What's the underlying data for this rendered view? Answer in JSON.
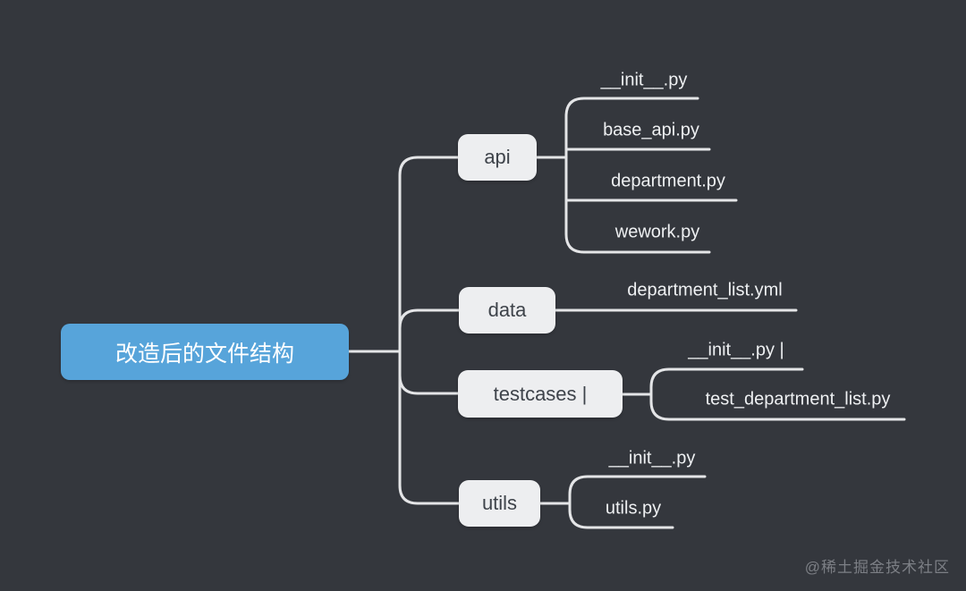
{
  "root": {
    "label": "改造后的文件结构"
  },
  "branches": [
    {
      "label": "api",
      "children": [
        "__init__.py",
        "base_api.py",
        "department.py",
        "wework.py"
      ]
    },
    {
      "label": "data",
      "children": [
        "department_list.yml"
      ]
    },
    {
      "label": "testcases |",
      "children": [
        "__init__.py |",
        "test_department_list.py"
      ]
    },
    {
      "label": "utils",
      "children": [
        "__init__.py",
        "utils.py"
      ]
    }
  ],
  "watermark": "@稀土掘金技术社区",
  "colors": {
    "background": "#34373d",
    "root_fill": "#57a4da",
    "root_text": "#ffffff",
    "node_fill": "#edeef0",
    "node_text": "#3e434a",
    "line": "#e4e5e7",
    "child_text": "#eef0f2",
    "watermark": "#7c7f85"
  }
}
